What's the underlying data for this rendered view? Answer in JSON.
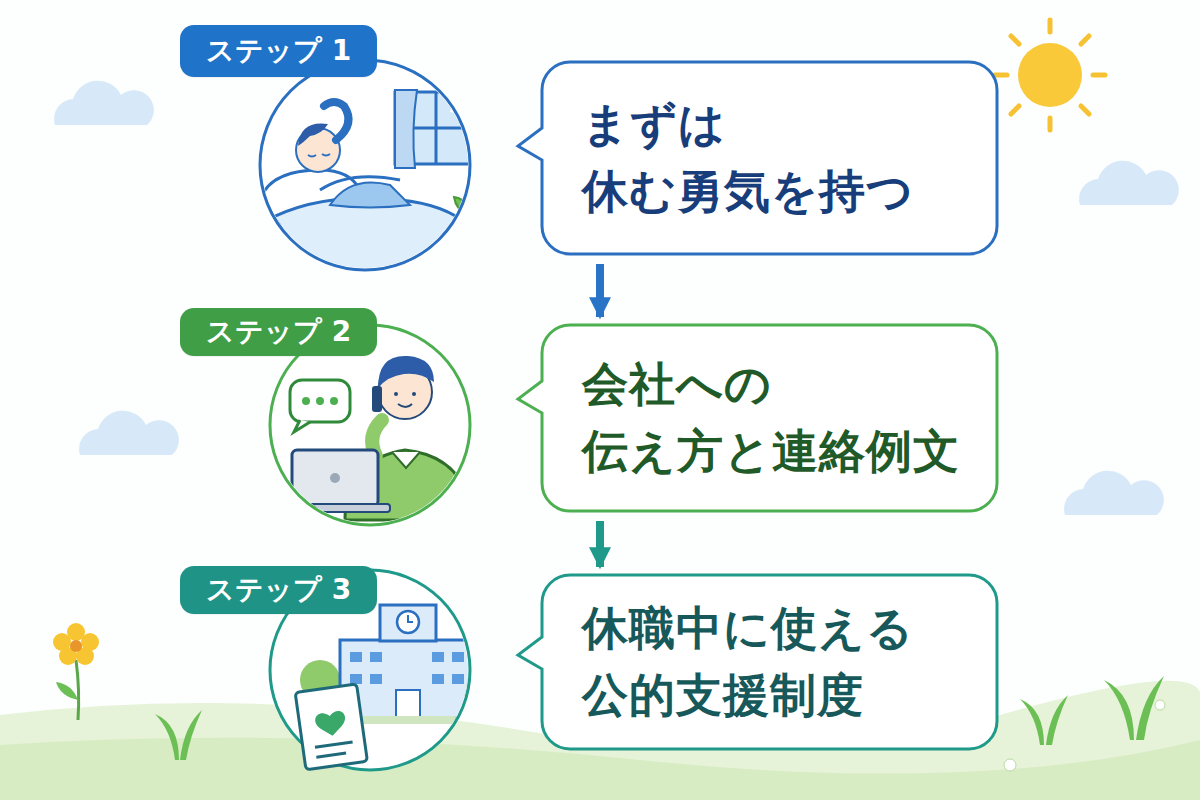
{
  "diagram": {
    "nodes": [
      {
        "text": [
          "ステップ 1"
        ]
      },
      {
        "text": [
          "まずは 休む勇気を持つ"
        ]
      },
      {
        "text": [
          "ステップ 2"
        ]
      },
      {
        "text": [
          "会社への 伝え方と連絡例文"
        ]
      },
      {
        "text": [
          "ステップ 3"
        ]
      },
      {
        "text": [
          "休職中に使える 公的支援制度"
        ]
      }
    ],
    "edges": [
      {
        "from": 1,
        "to": 3,
        "arrow": "to"
      },
      {
        "from": 3,
        "to": 5,
        "arrow": "to"
      }
    ]
  }
}
